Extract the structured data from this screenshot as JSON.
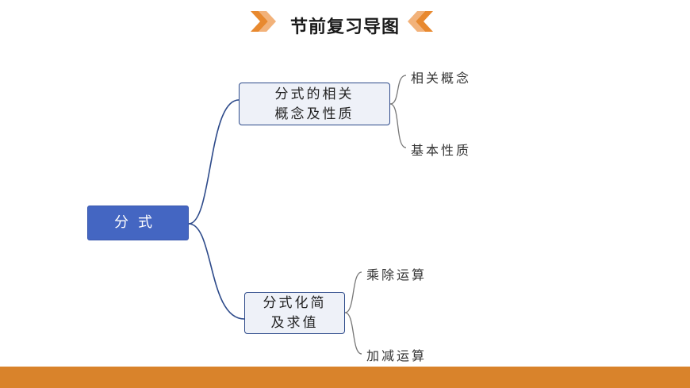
{
  "header": {
    "title": "节前复习导图",
    "accent_color": "#e8892f",
    "icon_left": "double-chevron-right-icon",
    "icon_right": "double-chevron-left-icon"
  },
  "mindmap": {
    "root": "分式",
    "branches": [
      {
        "label_line1": "分式的相关",
        "label_line2": "概念及性质",
        "leaves": [
          "相关概念",
          "基本性质"
        ]
      },
      {
        "label_line1": "分式化简",
        "label_line2": "及求值",
        "leaves": [
          "乘除运算",
          "加减运算"
        ]
      }
    ],
    "root_color": "#4466c2",
    "line_color": "#2d4a8a"
  },
  "footer": {
    "color": "#d9832b"
  }
}
